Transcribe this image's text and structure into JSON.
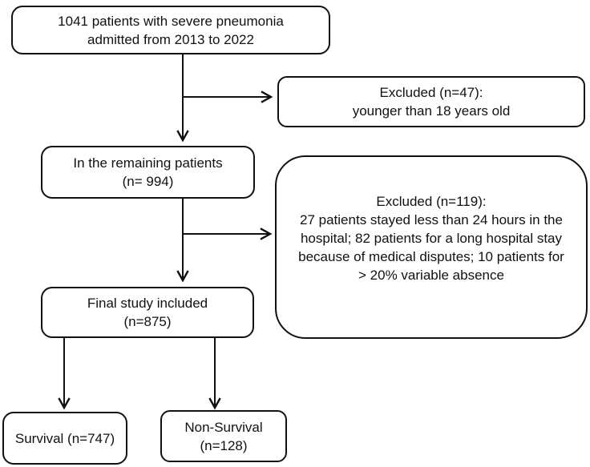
{
  "figure": {
    "type": "flowchart",
    "ink_color": "#111111",
    "background_color": "#ffffff"
  },
  "boxes": {
    "enrolled": {
      "lines": [
        "1041 patients with severe pneumonia",
        "admitted from 2013 to 2022"
      ]
    },
    "excluded_age": {
      "lines": [
        "Excluded (n=47):",
        "younger than 18 years old"
      ]
    },
    "remaining": {
      "lines": [
        "In the remaining patients",
        "(n= 994)"
      ]
    },
    "excluded_reasons": {
      "lines": [
        "Excluded (n=119):",
        "27 patients stayed less than 24 hours in the",
        "hospital; 82 patients for a long hospital stay",
        "because of medical disputes; 10 patients for",
        "> 20% variable absence"
      ]
    },
    "final": {
      "lines": [
        "Final study included",
        "(n=875)"
      ]
    },
    "survival": {
      "lines": [
        "Survival (n=747)"
      ]
    },
    "non_survival": {
      "lines": [
        "Non-Survival",
        "(n=128)"
      ]
    }
  }
}
